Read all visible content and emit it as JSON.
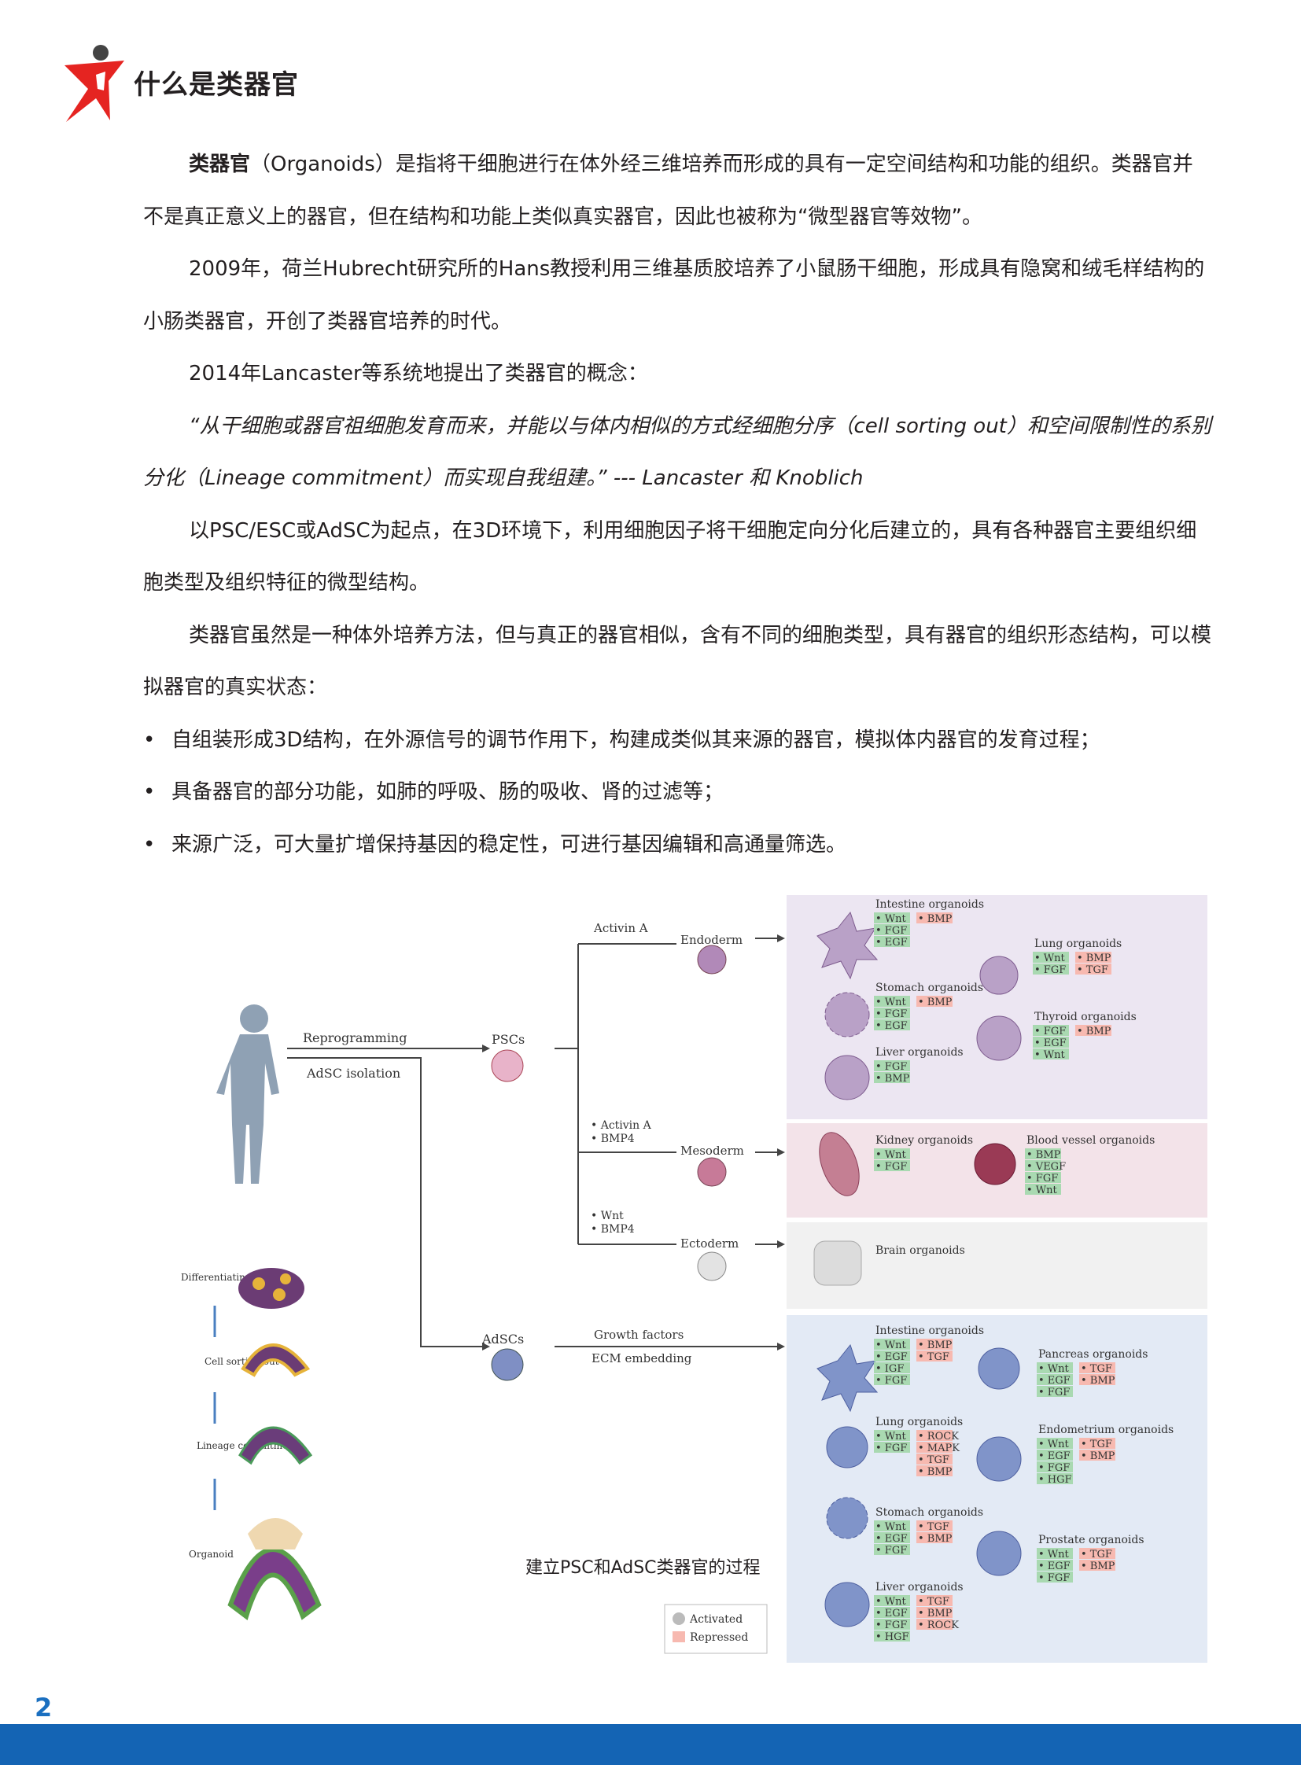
{
  "header": {
    "title": "什么是类器官"
  },
  "paragraphs": {
    "p1_bold": "类器官",
    "p1_rest": "（Organoids）是指将干细胞进行在体外经三维培养而形成的具有一定空间结构和功能的组织。类器官并不是真正意义上的器官，但在结构和功能上类似真实器官，因此也被称为“微型器官等效物”。",
    "p2": "2009年，荷兰Hubrecht研究所的Hans教授利用三维基质胶培养了小鼠肠干细胞，形成具有隐窝和绒毛样结构的小肠类器官，开创了类器官培养的时代。",
    "p3": "2014年Lancaster等系统地提出了类器官的概念：",
    "p4_quote": "“从干细胞或器官祖细胞发育而来，并能以与体内相似的方式经细胞分序（cell sorting out）和空间限制性的系别分化（Lineage commitment）而实现自我组建。” --- Lancaster 和 Knoblich",
    "p5": "以PSC/ESC或AdSC为起点，在3D环境下，利用细胞因子将干细胞定向分化后建立的，具有各种器官主要组织细胞类型及组织特征的微型结构。",
    "p6": "类器官虽然是一种体外培养方法，但与真正的器官相似，含有不同的细胞类型，具有器官的组织形态结构，可以模拟器官的真实状态："
  },
  "bullets": [
    "自组装形成3D结构，在外源信号的调节作用下，构建成类似其来源的器官，模拟体内器官的发育过程；",
    "具备器官的部分功能，如肺的呼吸、肠的吸收、肾的过滤等；",
    "来源广泛，可大量扩增保持基因的稳定性，可进行基因编辑和高通量筛选。"
  ],
  "figure": {
    "caption": "建立PSC和AdSC类器官的过程",
    "reprogramming": "Reprogramming",
    "adsc_isolation": "AdSC isolation",
    "pscs": "PSCs",
    "adscs": "AdSCs",
    "activin_a": "Activin A",
    "endoderm": "Endoderm",
    "mesoderm_factors": [
      "• Activin A",
      "• BMP4"
    ],
    "mesoderm": "Mesoderm",
    "ectoderm_factors": [
      "• Wnt",
      "• BMP4"
    ],
    "ectoderm": "Ectoderm",
    "growth_factors": "Growth factors",
    "ecm_embedding": "ECM embedding",
    "steps": [
      "Differentiating PSCs",
      "Cell sorting out",
      "Lineage commitment",
      "Organoid"
    ],
    "legend": {
      "activated": "Activated",
      "repressed": "Repressed"
    },
    "colors": {
      "activated": "#a9d9b1",
      "repressed": "#f7b9b0",
      "endoderm_box": "#ece6f2",
      "mesoderm_box": "#f3e3e9",
      "ectoderm_box": "#f1f1f1",
      "adsc_box": "#e3eaf5",
      "accent": "#1464b4"
    },
    "organoids": {
      "intestine_psc": {
        "name": "Intestine organoids",
        "activated": [
          "• Wnt",
          "• FGF",
          "• EGF"
        ],
        "repressed": [
          "• BMP"
        ]
      },
      "stomach_psc": {
        "name": "Stomach organoids",
        "activated": [
          "• Wnt",
          "• FGF",
          "• EGF"
        ],
        "repressed": [
          "• BMP"
        ]
      },
      "liver_psc": {
        "name": "Liver organoids",
        "activated": [
          "• FGF",
          "• BMP"
        ],
        "repressed": []
      },
      "lung_psc": {
        "name": "Lung organoids",
        "activated": [
          "• Wnt",
          "• FGF"
        ],
        "repressed": [
          "• BMP",
          "• TGF"
        ]
      },
      "thyroid_psc": {
        "name": "Thyroid organoids",
        "activated": [
          "• FGF",
          "• EGF",
          "• Wnt"
        ],
        "repressed": [
          "• BMP"
        ]
      },
      "kidney": {
        "name": "Kidney organoids",
        "activated": [
          "• Wnt",
          "• FGF"
        ],
        "repressed": []
      },
      "blood_vessel": {
        "name": "Blood vessel organoids",
        "activated": [
          "• BMP",
          "• VEGF",
          "• FGF",
          "• Wnt"
        ],
        "repressed": []
      },
      "brain": {
        "name": "Brain organoids",
        "activated": [],
        "repressed": []
      },
      "intestine_adsc": {
        "name": "Intestine organoids",
        "activated": [
          "• Wnt",
          "• EGF",
          "• IGF",
          "• FGF"
        ],
        "repressed": [
          "• BMP",
          "• TGF"
        ]
      },
      "lung_adsc": {
        "name": "Lung organoids",
        "activated": [
          "• Wnt",
          "• FGF"
        ],
        "repressed": [
          "• ROCK",
          "• MAPK",
          "• TGF",
          "• BMP"
        ]
      },
      "stomach_adsc": {
        "name": "Stomach organoids",
        "activated": [
          "• Wnt",
          "• EGF",
          "• FGF"
        ],
        "repressed": [
          "• TGF",
          "• BMP"
        ]
      },
      "liver_adsc": {
        "name": "Liver organoids",
        "activated": [
          "• Wnt",
          "• EGF",
          "• FGF",
          "• HGF"
        ],
        "repressed": [
          "• TGF",
          "• BMP",
          "• ROCK"
        ]
      },
      "pancreas": {
        "name": "Pancreas organoids",
        "activated": [
          "• Wnt",
          "• EGF",
          "• FGF"
        ],
        "repressed": [
          "• TGF",
          "• BMP"
        ]
      },
      "endometrium": {
        "name": "Endometrium organoids",
        "activated": [
          "• Wnt",
          "• EGF",
          "• FGF",
          "• HGF"
        ],
        "repressed": [
          "• TGF",
          "• BMP"
        ]
      },
      "prostate": {
        "name": "Prostate organoids",
        "activated": [
          "• Wnt",
          "• EGF",
          "• FGF"
        ],
        "repressed": [
          "• TGF",
          "• BMP"
        ]
      }
    }
  },
  "footer": {
    "page_number": "2"
  }
}
